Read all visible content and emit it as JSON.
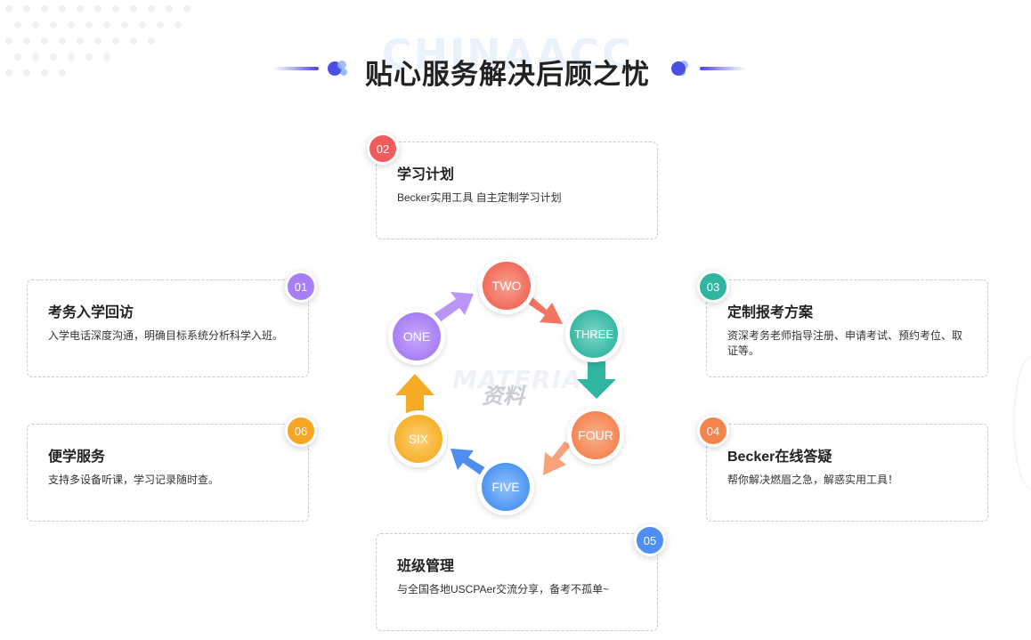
{
  "header": {
    "watermark": "CHINAACC",
    "title": "贴心服务解决后顾之忧"
  },
  "cards": [
    {
      "number": "01",
      "title": "考务入学回访",
      "desc": "入学电话深度沟通，明确目标系统分析科学入班。",
      "color": "#a77ef5"
    },
    {
      "number": "02",
      "title": "学习计划",
      "desc": "Becker实用工具 自主定制学习计划",
      "color": "#f05b5b"
    },
    {
      "number": "03",
      "title": "定制报考方案",
      "desc": "资深考务老师指导注册、申请考试、预约考位、取证等。",
      "color": "#2fb5a0"
    },
    {
      "number": "04",
      "title": "Becker在线答疑",
      "desc": "帮你解决燃眉之急，解惑实用工具！",
      "color": "#f5834e"
    },
    {
      "number": "05",
      "title": "班级管理",
      "desc": "与全国各地USCPAer交流分享，备考不孤单~",
      "color": "#4f8ff2"
    },
    {
      "number": "06",
      "title": "便学服务",
      "desc": "支持多设备听课，学习记录随时查。",
      "color": "#f6a623"
    }
  ],
  "cycle": {
    "watermark": "MATERIAL",
    "center": "资料",
    "nodes": [
      {
        "label": "ONE",
        "color": "#a77ef5",
        "light": "#c6a9fb"
      },
      {
        "label": "TWO",
        "color": "#f26a5a",
        "light": "#f8a192"
      },
      {
        "label": "THREE",
        "color": "#36b8a3",
        "light": "#7fd6c6"
      },
      {
        "label": "FOUR",
        "color": "#f58553",
        "light": "#f9b28d"
      },
      {
        "label": "FIVE",
        "color": "#4d95f3",
        "light": "#92c0fa"
      },
      {
        "label": "SIX",
        "color": "#f7b02c",
        "light": "#fbd175"
      }
    ]
  }
}
